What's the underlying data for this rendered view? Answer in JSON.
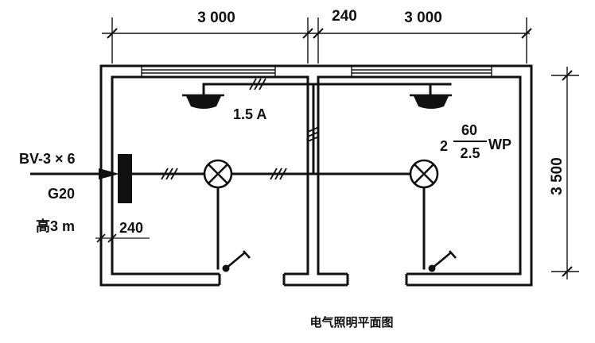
{
  "dimensions": {
    "top_left_width": "3 000",
    "wall_thickness_top": "240",
    "top_right_width": "3 000",
    "right_height": "3 500",
    "wall_thickness_left": "240"
  },
  "labels": {
    "current_rating": "1.5 A",
    "supply_cable": "BV-3 × 6",
    "conduit": "G20",
    "mount_height": "高3 m",
    "lamp_count": "2",
    "lamp_watts": "60",
    "lamp_height": "2.5",
    "lamp_mount": "WP"
  },
  "caption": "电气照明平面图"
}
